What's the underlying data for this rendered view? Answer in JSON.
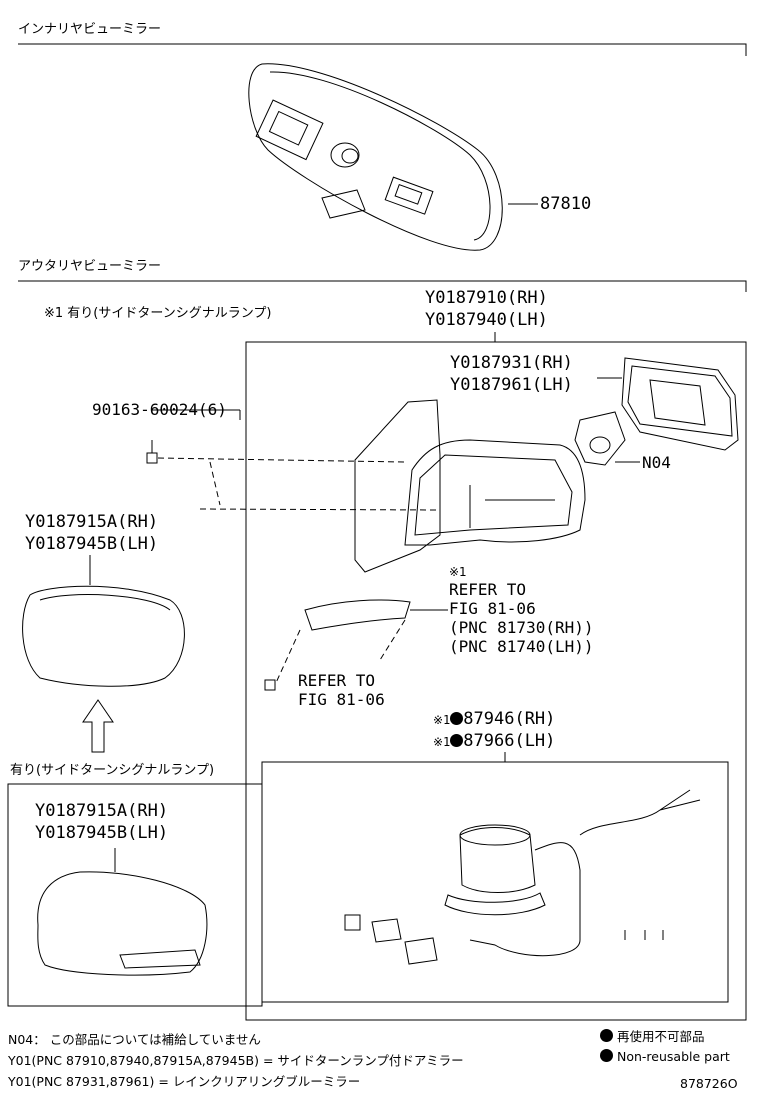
{
  "sections": {
    "inner_mirror": "インナリヤビューミラー",
    "outer_mirror": "アウタリヤビューミラー"
  },
  "notes": {
    "note1": "※1 有り(サイドターンシグナルランプ)",
    "signal_lamp": "有り(サイドターンシグナルランプ)"
  },
  "parts": {
    "p87810": "87810",
    "assy_rh": "Y0187910(RH)",
    "assy_lh": "Y0187940(LH)",
    "glass_rh": "Y0187931(RH)",
    "glass_lh": "Y0187961(LH)",
    "n04": "N04",
    "screw": "90163-60024(6)",
    "cover_rh": "Y0187915A(RH)",
    "cover_lh": "Y0187945B(LH)",
    "cover2_rh": "Y0187915A(RH)",
    "cover2_lh": "Y0187945B(LH)",
    "ref1_mark": "※1",
    "ref1_a": "REFER TO",
    "ref1_b": "FIG 81-06",
    "ref1_c": "(PNC 81730(RH))",
    "ref1_d": "(PNC 81740(LH))",
    "ref2_a": "REFER TO",
    "ref2_b": "FIG 81-06",
    "motor_rh_mark": "※1",
    "motor_rh": "87946(RH)",
    "motor_lh_mark": "※1",
    "motor_lh": "87966(LH)"
  },
  "footer": {
    "n04_note": "N04： この部品については補給していません",
    "y01_note1": "Y01(PNC 87910,87940,87915A,87945B) = サイドターンランプ付ドアミラー",
    "y01_note2": "Y01(PNC 87931,87961) = レインクリアリングブルーミラー",
    "legend_jp": "再使用不可部品",
    "legend_en": "Non-reusable part",
    "figure_id": "878726O"
  }
}
